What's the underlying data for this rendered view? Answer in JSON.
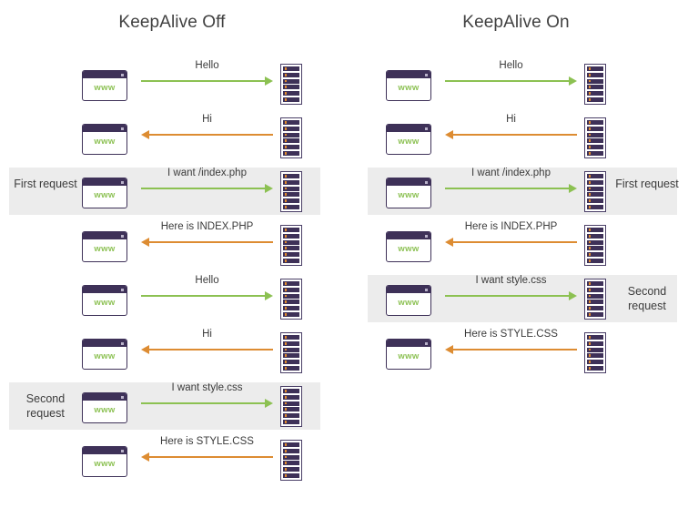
{
  "diagram": {
    "title_left": "KeepAlive Off",
    "title_right": "KeepAlive On",
    "icons": {
      "browser": "browser-window-icon",
      "browser_label": "www",
      "server": "server-rack-icon"
    },
    "colors": {
      "request_arrow": "#8cc152",
      "response_arrow": "#dd8c32",
      "band": "#ececec",
      "icon_dark": "#3e3158",
      "www_text": "#8cc153",
      "server_led": "#e08a2e",
      "text": "#3b3b3b",
      "background": "#ffffff"
    }
  },
  "panels": [
    {
      "name": "keepalive-off",
      "title": "KeepAlive Off",
      "label_side": "left",
      "rows": [
        {
          "message": "Hello",
          "direction": "request",
          "highlight": false,
          "label": ""
        },
        {
          "message": "Hi",
          "direction": "response",
          "highlight": false,
          "label": ""
        },
        {
          "message": "I want /index.php",
          "direction": "request",
          "highlight": true,
          "label": "First request"
        },
        {
          "message": "Here is INDEX.PHP",
          "direction": "response",
          "highlight": false,
          "label": ""
        },
        {
          "message": "Hello",
          "direction": "request",
          "highlight": false,
          "label": ""
        },
        {
          "message": "Hi",
          "direction": "response",
          "highlight": false,
          "label": ""
        },
        {
          "message": "I want style.css",
          "direction": "request",
          "highlight": true,
          "label": "Second request"
        },
        {
          "message": "Here is STYLE.CSS",
          "direction": "response",
          "highlight": false,
          "label": ""
        }
      ]
    },
    {
      "name": "keepalive-on",
      "title": "KeepAlive On",
      "label_side": "right",
      "rows": [
        {
          "message": "Hello",
          "direction": "request",
          "highlight": false,
          "label": ""
        },
        {
          "message": "Hi",
          "direction": "response",
          "highlight": false,
          "label": ""
        },
        {
          "message": "I want /index.php",
          "direction": "request",
          "highlight": true,
          "label": "First request"
        },
        {
          "message": "Here is INDEX.PHP",
          "direction": "response",
          "highlight": false,
          "label": ""
        },
        {
          "message": "I want style.css",
          "direction": "request",
          "highlight": true,
          "label": "Second request"
        },
        {
          "message": "Here is STYLE.CSS",
          "direction": "response",
          "highlight": false,
          "label": ""
        }
      ]
    }
  ]
}
